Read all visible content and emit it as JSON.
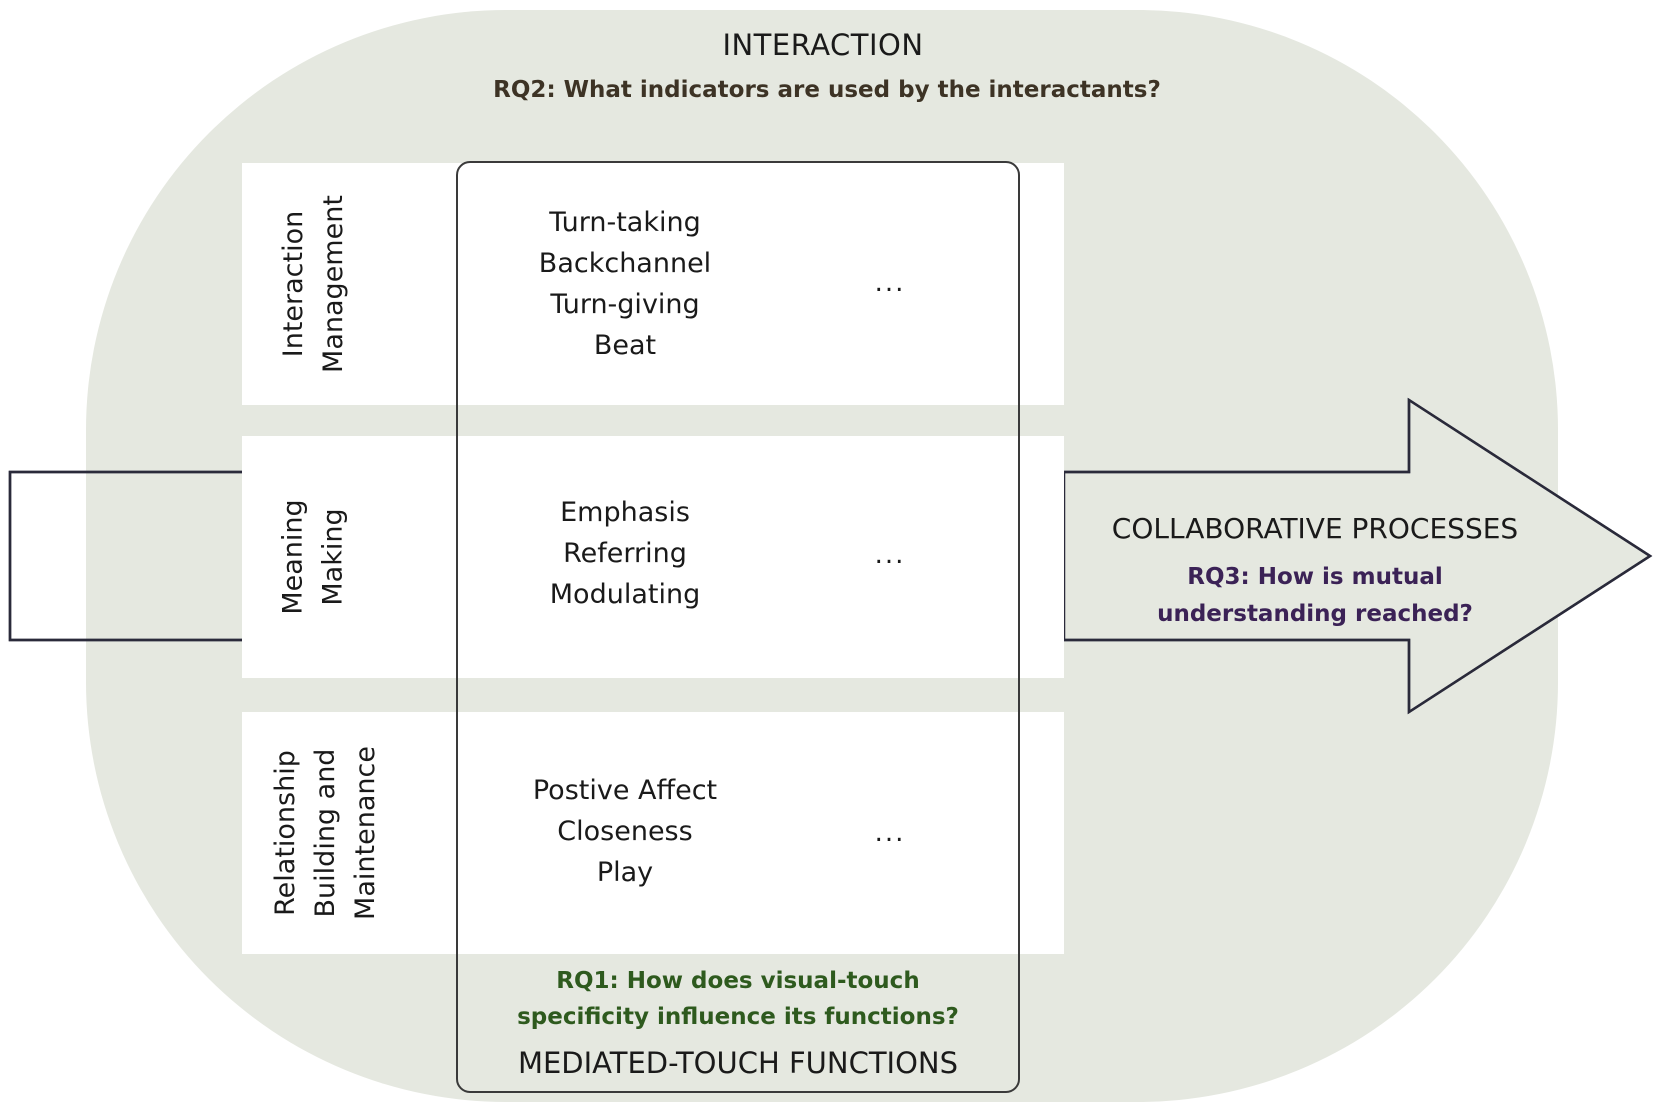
{
  "interaction": {
    "title": "INTERACTION",
    "rq2": "RQ2: What indicators are used by the interactants?"
  },
  "functions": [
    {
      "label_lines": [
        "Interaction",
        "Management"
      ],
      "items": [
        "Turn-taking",
        "Backchannel",
        "Turn-giving",
        "Beat"
      ],
      "more": "..."
    },
    {
      "label_lines": [
        "Meaning",
        "Making"
      ],
      "items": [
        "Emphasis",
        "Referring",
        "Modulating"
      ],
      "more": "..."
    },
    {
      "label_lines": [
        "Relationship",
        "Building and",
        "Maintenance"
      ],
      "items": [
        "Postive Affect",
        "Closeness",
        "Play"
      ],
      "more": "..."
    }
  ],
  "mediated_touch": {
    "rq1": "RQ1: How does visual-touch specificity influence its functions?",
    "rq1_lines": [
      "RQ1: How does visual-touch",
      "specificity influence its functions?"
    ],
    "title": "MEDIATED-TOUCH FUNCTIONS"
  },
  "collaborative": {
    "title": "COLLABORATIVE PROCESSES",
    "rq3_lines": [
      "RQ3: How is mutual",
      "understanding reached?"
    ]
  },
  "colors": {
    "oval_fill": "#e5e8e0",
    "band_fill": "#ffffff",
    "rq1_color": "#2e5a1e",
    "rq2_color": "#3d3325",
    "rq3_color": "#3b2256",
    "outline": "#2a2a3a"
  }
}
